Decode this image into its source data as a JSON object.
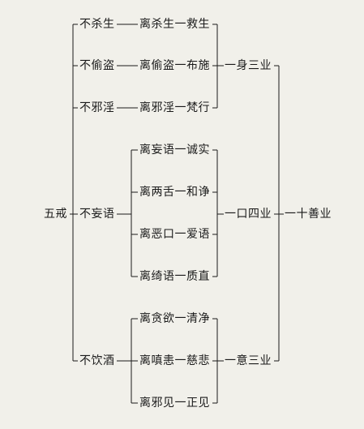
{
  "root": "五戒",
  "precepts": [
    "不杀生",
    "不偷盗",
    "不邪淫",
    "不妄语",
    "不饮酒"
  ],
  "virtues": [
    "离杀生一救生",
    "离偷盗一布施",
    "离邪淫一梵行",
    "离妄语一诚实",
    "离两舌一和诤",
    "离恶口一爱语",
    "离绮语一质直",
    "离贪欲一清净",
    "离嗔恚一慈悲",
    "离邪见一正见"
  ],
  "karma_groups": [
    "一身三业",
    "一口四业",
    "一意三业"
  ],
  "summary": "一十善业"
}
